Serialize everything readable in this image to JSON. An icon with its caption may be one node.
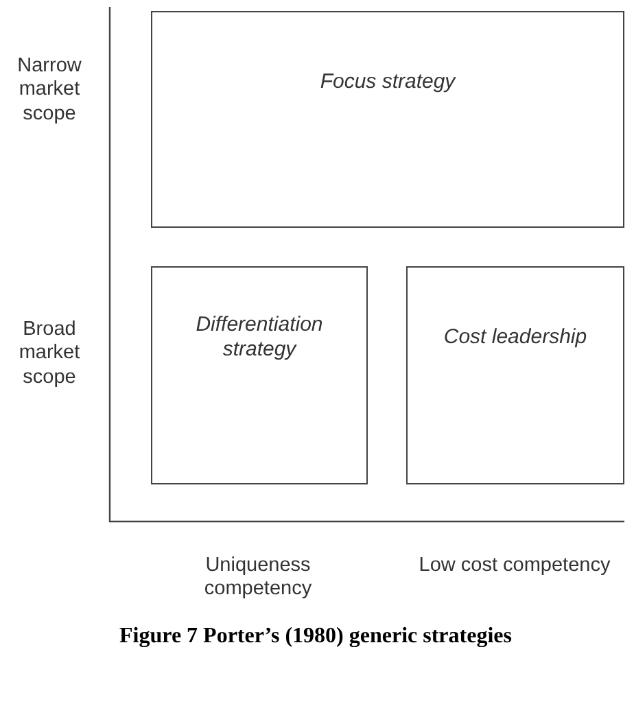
{
  "diagram": {
    "caption": "Figure 7 Porter’s (1980) generic strategies",
    "nodes": [
      {
        "text": [
          "Focus strategy"
        ]
      },
      {
        "text": [
          "Differentiation strategy"
        ]
      },
      {
        "text": [
          "Cost leadership"
        ]
      }
    ],
    "labels": [
      "Narrow market scope",
      "Broad market scope",
      "Uniqueness competency",
      "Low cost competency"
    ]
  }
}
